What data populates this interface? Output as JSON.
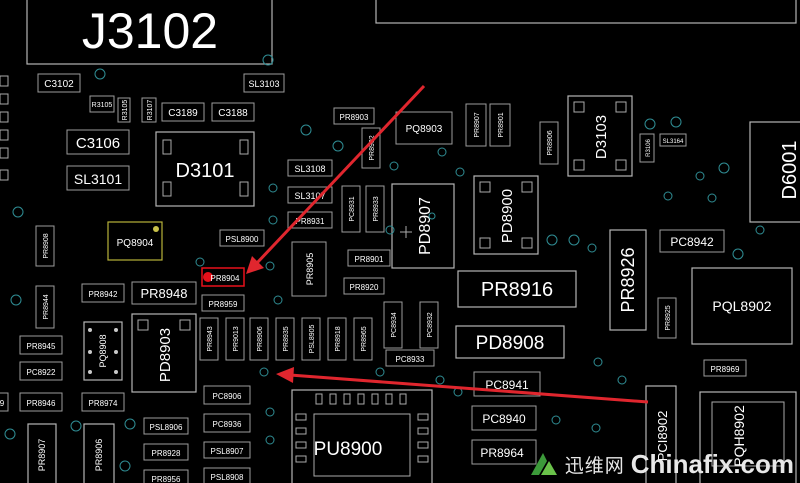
{
  "components": {
    "J3102": "J3102",
    "C3102": "C3102",
    "SL3103": "SL3103",
    "R3105": "R3105",
    "R3107": "R3107",
    "C3189": "C3189",
    "C3188": "C3188",
    "C3106": "C3106",
    "SL3101": "SL3101",
    "D3101": "D3101",
    "PR8903": "PR8903",
    "PQ8903": "PQ8903",
    "PR8907": "PR8907",
    "PR8901": "PR8901",
    "PR8906": "PR8906",
    "D3103": "D3103",
    "R3106": "R3106",
    "SL3164": "SL3164",
    "D6001": "D6001",
    "SL3108": "SL3108",
    "SL3107": "SL3107",
    "PR8902": "PR8902",
    "PR8931": "PR8931",
    "PC8931": "PC8931",
    "PR8933": "PR8933",
    "PD8907": "PD8907",
    "PD8900": "PD8900",
    "PR8908": "PR8908",
    "PQ8904": "PQ8904",
    "PSL8900": "PSL8900",
    "PR8905": "PR8905",
    "PR8901B": "PR8901",
    "PR8926": "PR8926",
    "PC8942": "PC8942",
    "PR8904": "PR8904",
    "PR8942": "PR8942",
    "PR8948": "PR8948",
    "PR8920": "PR8920",
    "PR8916": "PR8916",
    "PQL8902": "PQL8902",
    "PR8944": "PR8944",
    "PR8959": "PR8959",
    "PQ8908": "PQ8908",
    "PD8903": "PD8903",
    "PR8943": "PR8943",
    "PR9013": "PR9013",
    "PR8906B": "PR8906",
    "PR8935": "PR8935",
    "PSL8905": "PSL8905",
    "PR8918": "PR8918",
    "PR8965": "PR8965",
    "PC8934": "PC8934",
    "PC8932": "PC8932",
    "PD8908": "PD8908",
    "PR8925": "PR8925",
    "PR8945": "PR8945",
    "PC8933": "PC8933",
    "PC8922": "PC8922",
    "PR8969": "PR8969",
    "PC8941": "PC8941",
    "PR8946": "PR8946",
    "PR8974": "PR8974",
    "PC8906": "PC8906",
    "PCI8902": "PCI8902",
    "PQH8902": "PQH8902",
    "PC8940": "PC8940",
    "PSL8906": "PSL8906",
    "PC8936": "PC8936",
    "PR8907B": "PR8907",
    "PR8928": "PR8928",
    "PU8900": "PU8900",
    "PSL8907": "PSL8907",
    "PR8964": "PR8964",
    "PR8956": "PR8956",
    "PSL8908": "PSL8908",
    "PR9": "9"
  },
  "colors": {
    "highlight": "#e8101a",
    "arrow": "#e0262e",
    "silkscreen": "#ffffff",
    "via": "#2f8d94",
    "pad_yellow": "#b8b23a"
  },
  "watermark": {
    "cn": "迅维网",
    "en": "Chinafix.com",
    "logo": "chinafix-logo-icon"
  }
}
